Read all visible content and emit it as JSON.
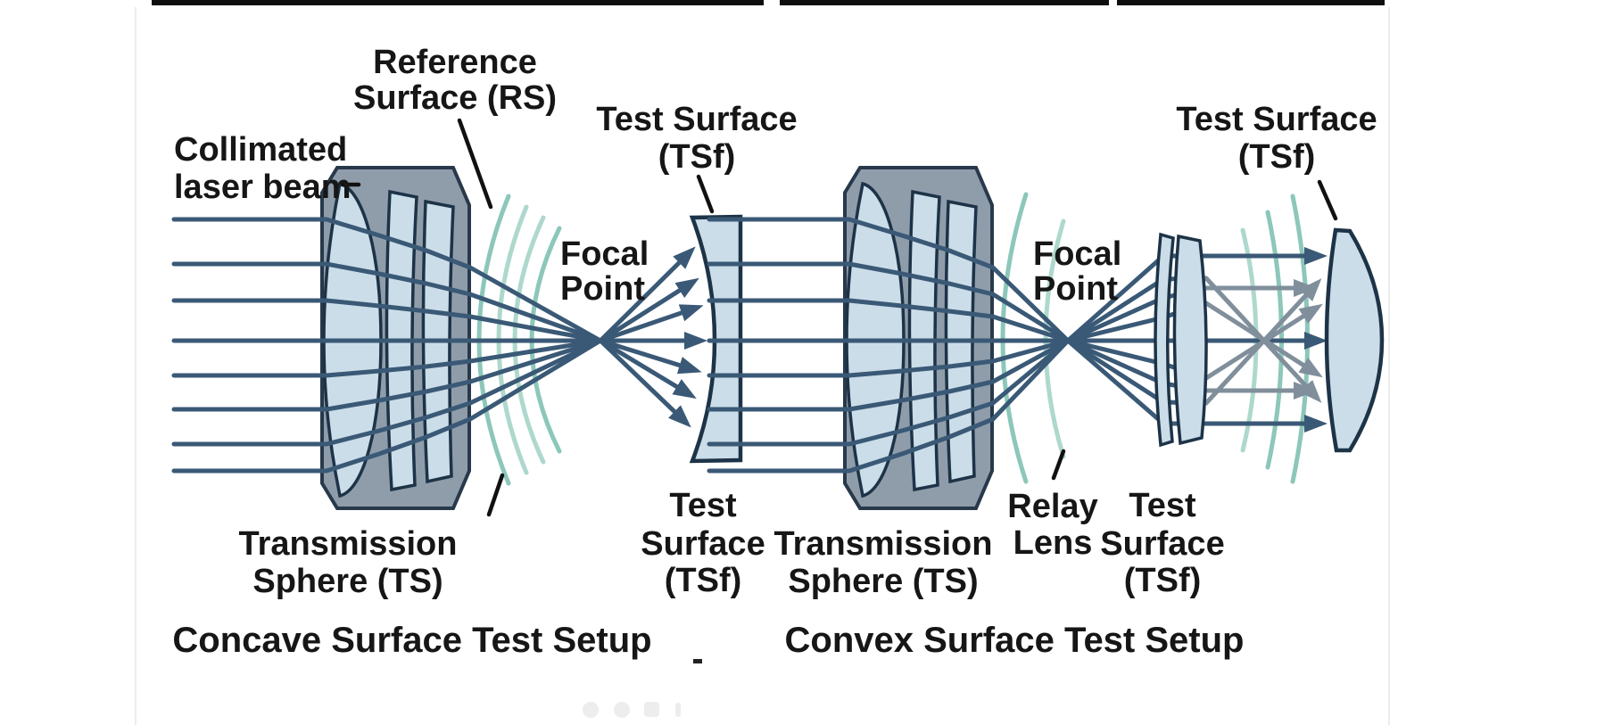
{
  "colors": {
    "background": "#ffffff",
    "ray-blue": "#3a5976",
    "ray-gray": "#808f9b",
    "wavefront-teal": "#8cc7ba",
    "wavefront-teal-light": "#aed8cd",
    "lens-fill": "#cbdde8",
    "lens-stroke": "#1d3347",
    "housing-fill": "#8f9dab",
    "housing-stroke": "#27394a",
    "label-text": "#161616",
    "pointer-black": "#111111"
  },
  "left_setup": {
    "title": "Concave Surface Test Setup",
    "collimated_beam_label": {
      "line1": "Collimated",
      "line2": "laser beam"
    },
    "reference_surface_label": {
      "line1": "Reference",
      "line2": "Surface (RS)"
    },
    "test_surface_top_label": {
      "line1": "Test Surface",
      "line2": "(TSf)"
    },
    "focal_point_label": {
      "line1": "Focal",
      "line2": "Point"
    },
    "transmission_sphere_label": {
      "line1": "Transmission",
      "line2": "Sphere (TS)"
    },
    "test_surface_bottom_label": {
      "line1": "Test",
      "line2": "Surface",
      "line3": "(TSf)"
    }
  },
  "right_setup": {
    "title": "Convex Surface Test Setup",
    "focal_point_label": {
      "line1": "Focal",
      "line2": "Point"
    },
    "transmission_sphere_label": {
      "line1": "Transmission",
      "line2": "Sphere (TS)"
    },
    "relay_lens_label": {
      "line1": "Relay",
      "line2": "Lens"
    },
    "test_surface_top_label": {
      "line1": "Test Surface",
      "line2": "(TSf)"
    },
    "test_surface_bottom_label": {
      "line1": "Test",
      "line2": "Surface",
      "line3": "(TSf)"
    }
  }
}
